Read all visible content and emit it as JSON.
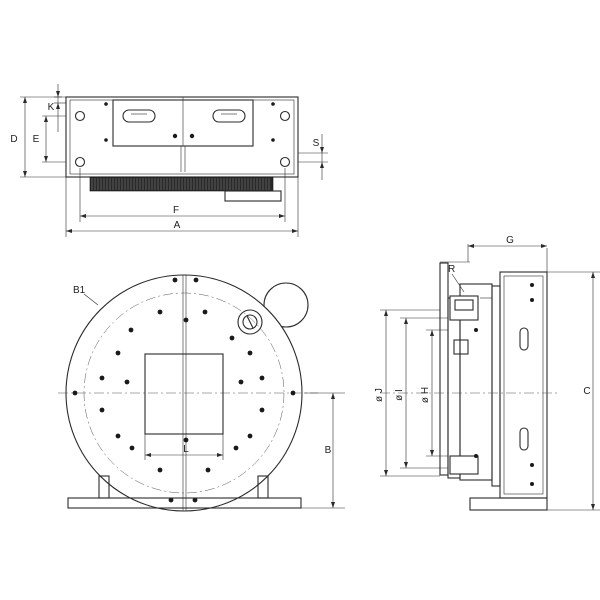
{
  "labels": {
    "a": "A",
    "b": "B",
    "b1": "B1",
    "c": "C",
    "d": "D",
    "e": "E",
    "f": "F",
    "g": "G",
    "h": "ø H",
    "i": "ø I",
    "j": "ø J",
    "k": "K",
    "l": "L",
    "r": "R",
    "s": "S"
  }
}
